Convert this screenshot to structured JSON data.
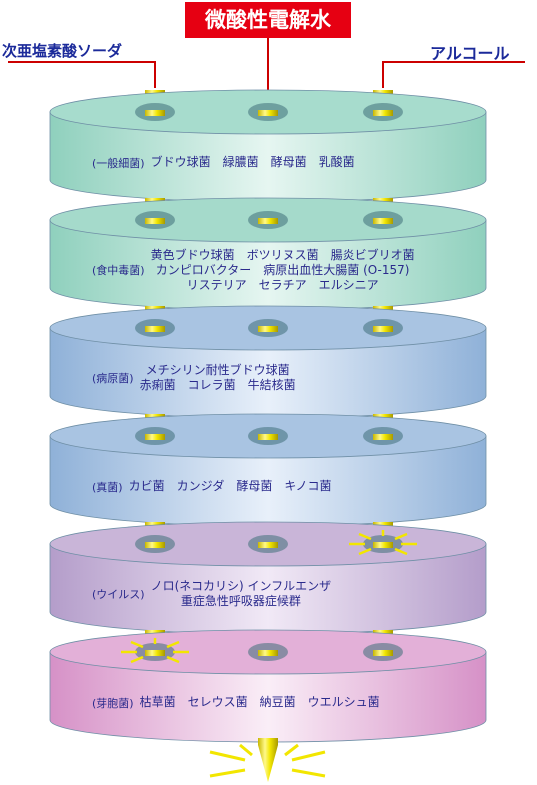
{
  "title": "微酸性電解水",
  "left_label": "次亜塩素酸ソーダ",
  "right_label": "アルコール",
  "discs": [
    {
      "category": "(一般細菌)",
      "lines": [
        "ブドウ球菌　緑膿菌　酵母菌　乳酸菌"
      ]
    },
    {
      "category": "(食中毒菌)",
      "lines": [
        "黄色ブドウ球菌　ボツリヌス菌　腸炎ビブリオ菌",
        "カンピロバクター　病原出血性大腸菌 (O-157)",
        "リステリア　セラチア　エルシニア"
      ]
    },
    {
      "category": "(病原菌)",
      "lines": [
        "メチシリン耐性ブドウ球菌",
        "赤痢菌　コレラ菌　牛結核菌"
      ]
    },
    {
      "category": "(真菌)",
      "lines": [
        "カビ菌　カンジダ　酵母菌　キノコ菌"
      ]
    },
    {
      "category": "(ウイルス)",
      "lines": [
        "ノロ(ネコカリシ) インフルエンザ",
        "重症急性呼吸器症候群"
      ]
    },
    {
      "category": "(芽胞菌)",
      "lines": [
        "枯草菌　セレウス菌　納豆菌　ウエルシュ菌"
      ]
    }
  ],
  "colors": {
    "title_bg": "#e60012",
    "label_text": "#1b2a9a",
    "rod": "#f2e600",
    "pointer_line": "#cc0000",
    "disc_1": "#a7dccd",
    "disc_2": "#a5dacb",
    "disc_3": "#a9c4e2",
    "disc_4": "#a9c4e2",
    "disc_5": "#c9b5d8",
    "disc_6": "#e3b0d8"
  }
}
